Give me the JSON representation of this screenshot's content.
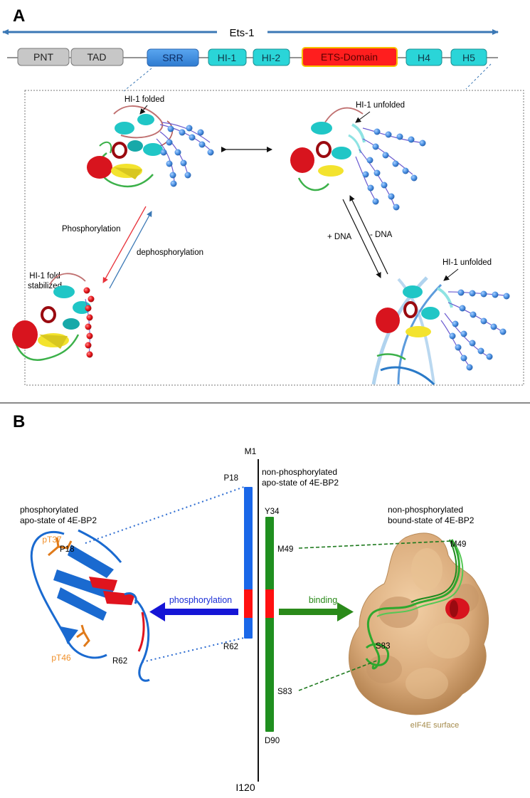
{
  "colors": {
    "arrow_blue": "#3b78b5",
    "domain_gray": "#c7c7c7",
    "srr_blue": "#4a93dd",
    "hi_cyan": "#2ad5d8",
    "ets_red": "#ff1e1e",
    "ets_border": "#f5c000",
    "helix_red": "#d8141e",
    "helix_cyan": "#20c6c6",
    "strand_yellow": "#f3e32e",
    "loop_green": "#3cb14a",
    "sphere_blue": "#4a90e2",
    "sphere_red": "#e8141a",
    "bar_blue": "#1a67e8",
    "bar_green": "#1f8f1f",
    "bar_red": "#ff1010",
    "phospho_arrow": "#1515d6",
    "binding_arrow": "#2a8a1a",
    "orange_label": "#f0902a",
    "eif4e_tan": "#d9aa7a",
    "eif4e_label": "#a48a4a"
  },
  "panel_a": {
    "label": "A",
    "gene": "Ets-1",
    "domains": [
      "PNT",
      "TAD",
      "SRR",
      "HI-1",
      "HI-2",
      "ETS-Domain",
      "H4",
      "H5"
    ],
    "annotations": {
      "hi1_folded": "HI-1 folded",
      "hi1_unfolded_top": "HI-1 unfolded",
      "hi1_fold_stabilized_1": "HI-1 fold",
      "hi1_fold_stabilized_2": "stabilized",
      "hi1_unfolded_bottom": "HI-1 unfolded",
      "phosphorylation": "Phosphorylation",
      "dephosphorylation": "dephosphorylation",
      "plus_dna": "+ DNA",
      "minus_dna": "- DNA"
    }
  },
  "panel_b": {
    "label": "B",
    "markers": {
      "m1": "M1",
      "i120": "I120",
      "p18_bar": "P18",
      "r62_bar": "R62",
      "y34": "Y34",
      "m49_bar": "M49",
      "s83_bar": "S83",
      "d90": "D90"
    },
    "left_title_1": "phosphorylated",
    "left_title_2": "apo-state of 4E-BP2",
    "left_labels": {
      "pt37": "pT37",
      "p18": "P18",
      "pt46": "pT46",
      "r62": "R62"
    },
    "middle_title_1": "non-phosphorylated",
    "middle_title_2": "apo-state of 4E-BP2",
    "right_title_1": "non-phosphorylated",
    "right_title_2": "bound-state of 4E-BP2",
    "right_labels": {
      "m49": "M49",
      "s83": "S83",
      "eif4e": "eIF4E surface"
    },
    "arrows": {
      "phosphorylation": "phosphorylation",
      "binding": "binding"
    }
  }
}
